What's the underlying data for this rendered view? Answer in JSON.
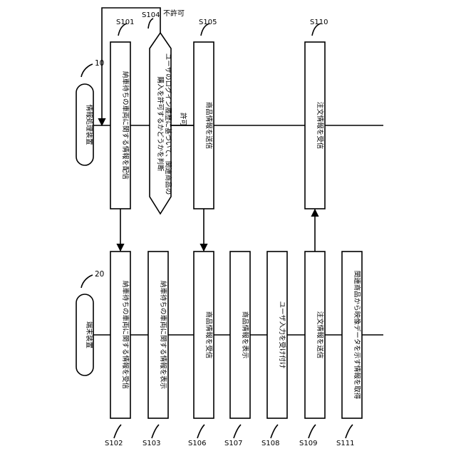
{
  "devices": {
    "info_processor": {
      "label": "情報処理装置",
      "ref": "10"
    },
    "terminal": {
      "label": "端末装置",
      "ref": "20"
    }
  },
  "steps": {
    "s101": {
      "id": "S101",
      "text": "納車待ちの車両に関する情報を配信"
    },
    "s104": {
      "id": "S104",
      "line1": "ユーザのログイン履歴に基づいて、関連商品の",
      "line2": "購入を許可するかどうかを判断",
      "deny": "不許可",
      "allow": "許可"
    },
    "s105": {
      "id": "S105",
      "text": "商品情報を送信"
    },
    "s110": {
      "id": "S110",
      "text": "注文情報を受信"
    },
    "s102": {
      "id": "S102",
      "text": "納車待ちの車両に関する情報を受信"
    },
    "s103": {
      "id": "S103",
      "text": "納車待ちの車両に関する情報を表示"
    },
    "s106": {
      "id": "S106",
      "text": "商品情報を受信"
    },
    "s107": {
      "id": "S107",
      "text": "商品情報を表示"
    },
    "s108": {
      "id": "S108",
      "text": "ユーザ入力を受け付け"
    },
    "s109": {
      "id": "S109",
      "text": "注文情報を送信"
    },
    "s111": {
      "id": "S111",
      "text": "関連商品から映像データを示す情報を取得"
    }
  }
}
